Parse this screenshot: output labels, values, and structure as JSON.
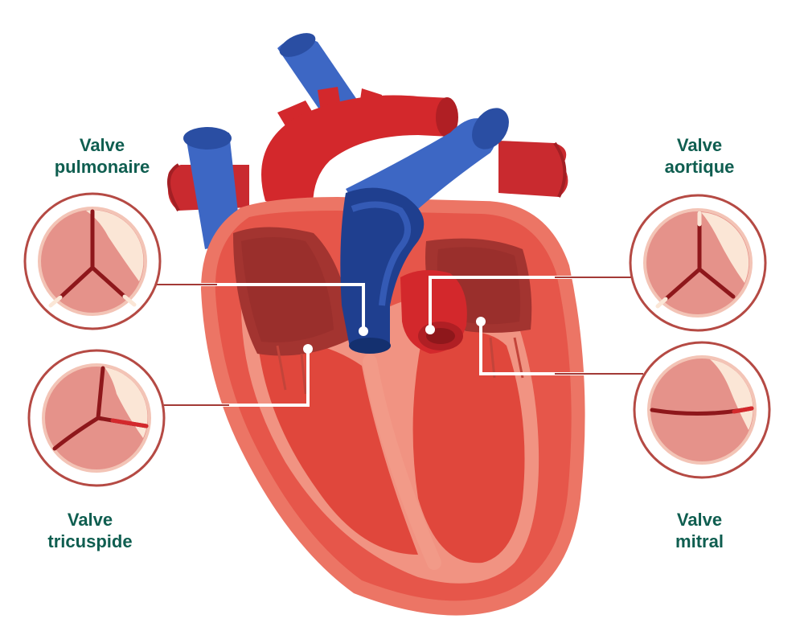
{
  "diagram": {
    "labels": {
      "pulmonaire": {
        "line1": "Valve",
        "line2": "pulmonaire"
      },
      "aortique": {
        "line1": "Valve",
        "line2": "aortique"
      },
      "tricuspide": {
        "line1": "Valve",
        "line2": "tricuspide"
      },
      "mitral": {
        "line1": "Valve",
        "line2": "mitral"
      }
    },
    "colors": {
      "label_text": "#0f5e50",
      "leader_line": "#ffffff",
      "callout_line": "#a33a36",
      "artery_red": "#d3282c",
      "vein_blue": "#3d67c4",
      "myocardium": "#e6564a",
      "valve_leaflet": "#e5928a",
      "valve_cream": "#fbe6d6"
    }
  }
}
